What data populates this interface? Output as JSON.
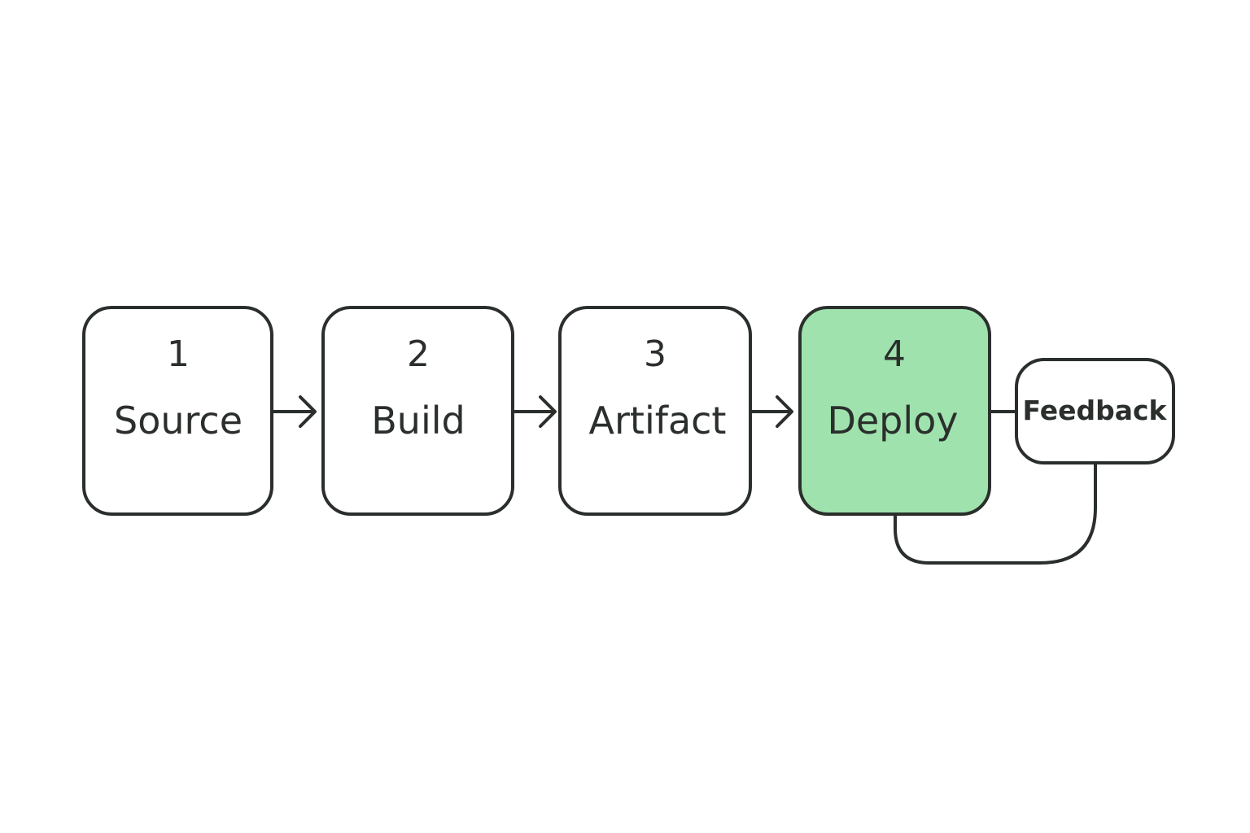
{
  "diagram": {
    "steps": [
      {
        "number": "1",
        "label": "Source",
        "highlighted": false
      },
      {
        "number": "2",
        "label": "Build",
        "highlighted": false
      },
      {
        "number": "3",
        "label": "Artifact",
        "highlighted": false
      },
      {
        "number": "4",
        "label": "Deploy",
        "highlighted": true
      }
    ],
    "feedback": {
      "label": "Feedback"
    },
    "colors": {
      "highlight_fill": "#9fe2ad",
      "stroke": "#2a2f2c",
      "box_fill": "#ffffff"
    }
  }
}
